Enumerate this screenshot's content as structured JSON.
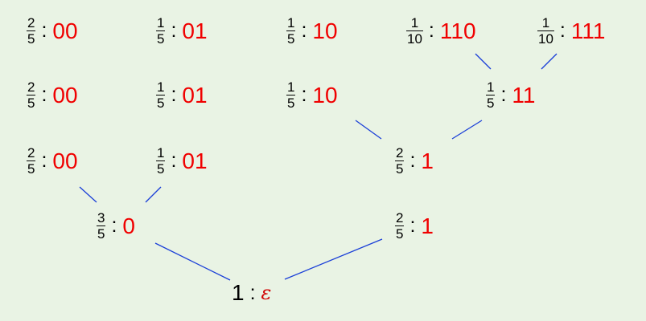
{
  "colors": {
    "background": "#e9f3e4",
    "code": "#f00000",
    "edge": "#1a3fd8",
    "text": "#000000"
  },
  "rows": [
    [
      {
        "num": "2",
        "den": "5",
        "code": "00"
      },
      {
        "num": "1",
        "den": "5",
        "code": "01"
      },
      {
        "num": "1",
        "den": "5",
        "code": "10"
      },
      {
        "num": "1",
        "den": "10",
        "code": "110"
      },
      {
        "num": "1",
        "den": "10",
        "code": "111"
      }
    ],
    [
      {
        "num": "2",
        "den": "5",
        "code": "00"
      },
      {
        "num": "1",
        "den": "5",
        "code": "01"
      },
      {
        "num": "1",
        "den": "5",
        "code": "10"
      },
      {
        "num": "1",
        "den": "5",
        "code": "11"
      }
    ],
    [
      {
        "num": "2",
        "den": "5",
        "code": "00"
      },
      {
        "num": "1",
        "den": "5",
        "code": "01"
      },
      {
        "num": "2",
        "den": "5",
        "code": "1"
      }
    ],
    [
      {
        "num": "3",
        "den": "5",
        "code": "0"
      },
      {
        "num": "2",
        "den": "5",
        "code": "1"
      }
    ]
  ],
  "root": {
    "prob": "1",
    "code": "ε"
  }
}
